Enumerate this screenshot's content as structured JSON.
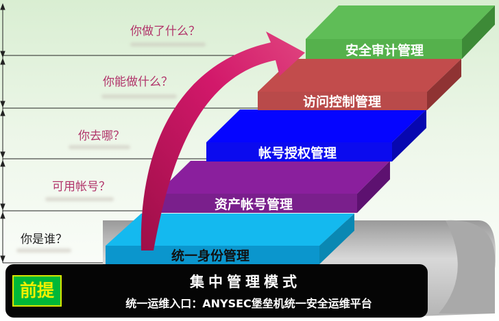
{
  "steps": [
    {
      "label": "统一身份管理",
      "color": "#00aee8"
    },
    {
      "label": "资产帐号管理",
      "color": "#7a1f8c"
    },
    {
      "label": "帐号授权管理",
      "color": "#0b0bee"
    },
    {
      "label": "访问控制管理",
      "color": "#b94a4a"
    },
    {
      "label": "安全审计管理",
      "color": "#55b14c"
    }
  ],
  "questions": [
    "你是谁？",
    "可用帐号？",
    "你去哪？",
    "你能做什么？",
    "你做了什么？"
  ],
  "footer": {
    "badge": "前提",
    "title": "集中管理模式",
    "subtitle": "统一运维入口：ANYSEC堡垒机统一安全运维平台"
  },
  "colors": {
    "arrow": "#c8175e",
    "question_text": "#b1346a",
    "base": "#c9c9c9",
    "footer_bg": "#050505"
  }
}
